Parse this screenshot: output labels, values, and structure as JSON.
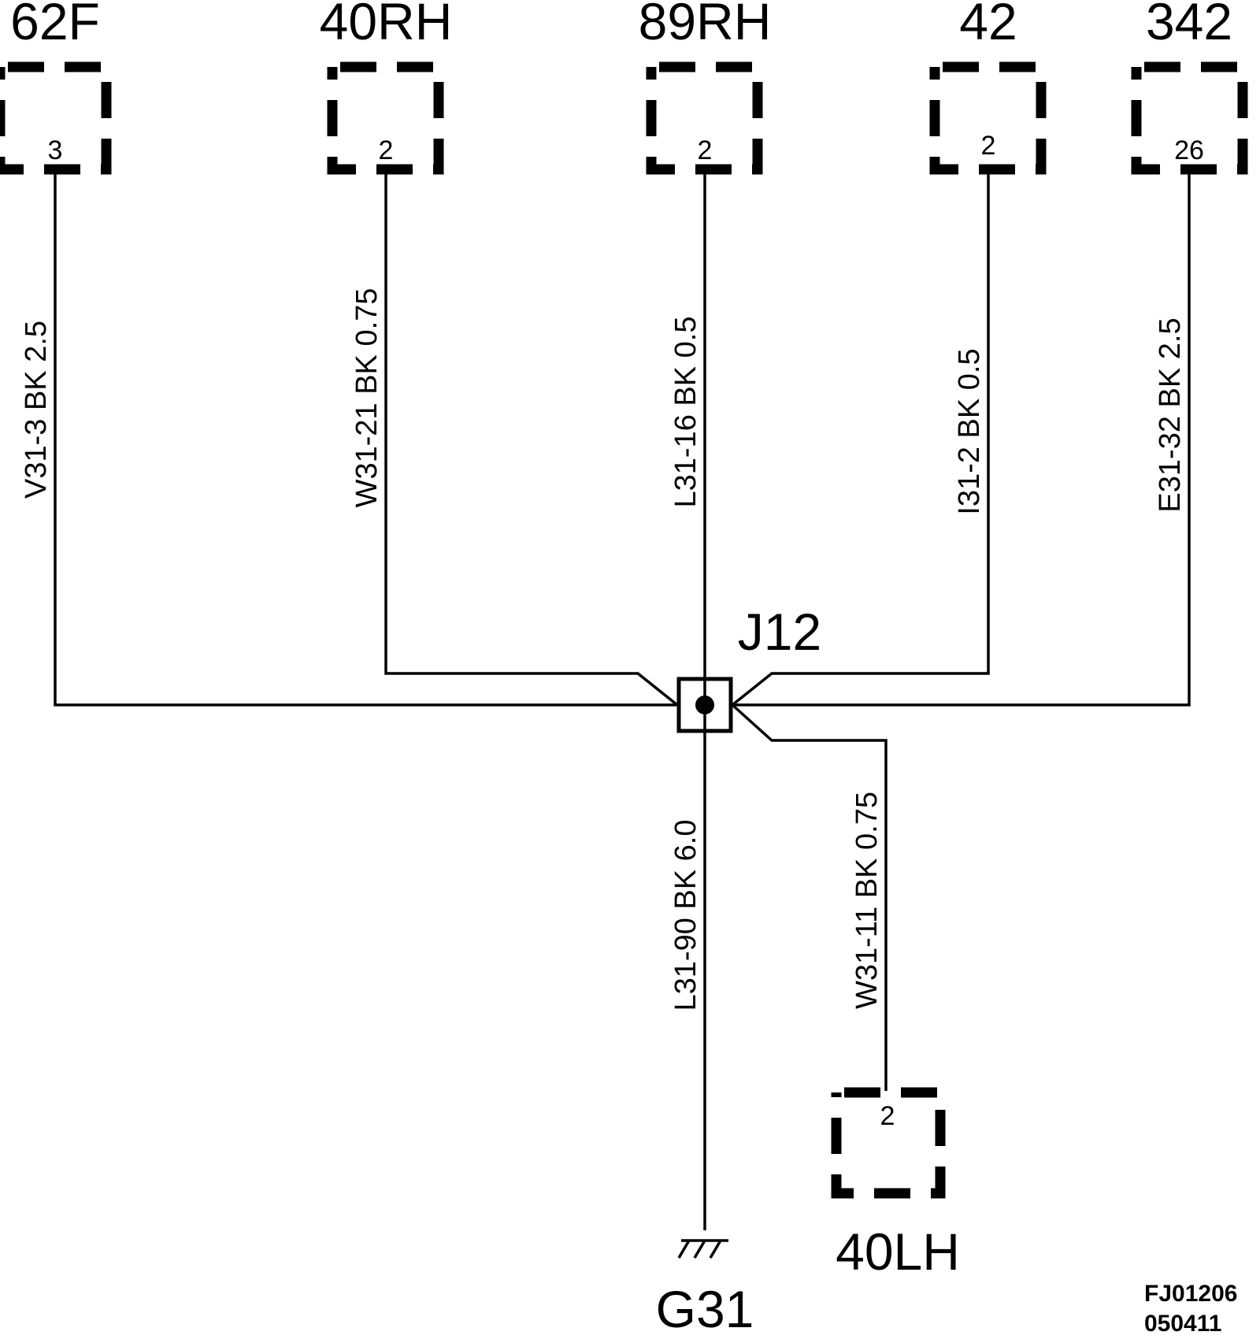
{
  "connectors": [
    {
      "id": "62F",
      "pin": "3"
    },
    {
      "id": "40RH",
      "pin": "2"
    },
    {
      "id": "89RH",
      "pin": "2"
    },
    {
      "id": "42",
      "pin": "2"
    },
    {
      "id": "342",
      "pin": "26"
    },
    {
      "id": "40LH",
      "pin": "2"
    }
  ],
  "wires": [
    {
      "label": "V31-3  BK  2.5"
    },
    {
      "label": "W31-21  BK  0.75"
    },
    {
      "label": "L31-16  BK  0.5"
    },
    {
      "label": "I31-2  BK  0.5"
    },
    {
      "label": "E31-32  BK  2.5"
    },
    {
      "label": "L31-90  BK  6.0"
    },
    {
      "label": "W31-11  BK  0.75"
    }
  ],
  "junction": {
    "label": "J12"
  },
  "ground": {
    "label": "G31"
  },
  "figure_ref": {
    "line1": "FJ01206",
    "line2": "050411"
  }
}
